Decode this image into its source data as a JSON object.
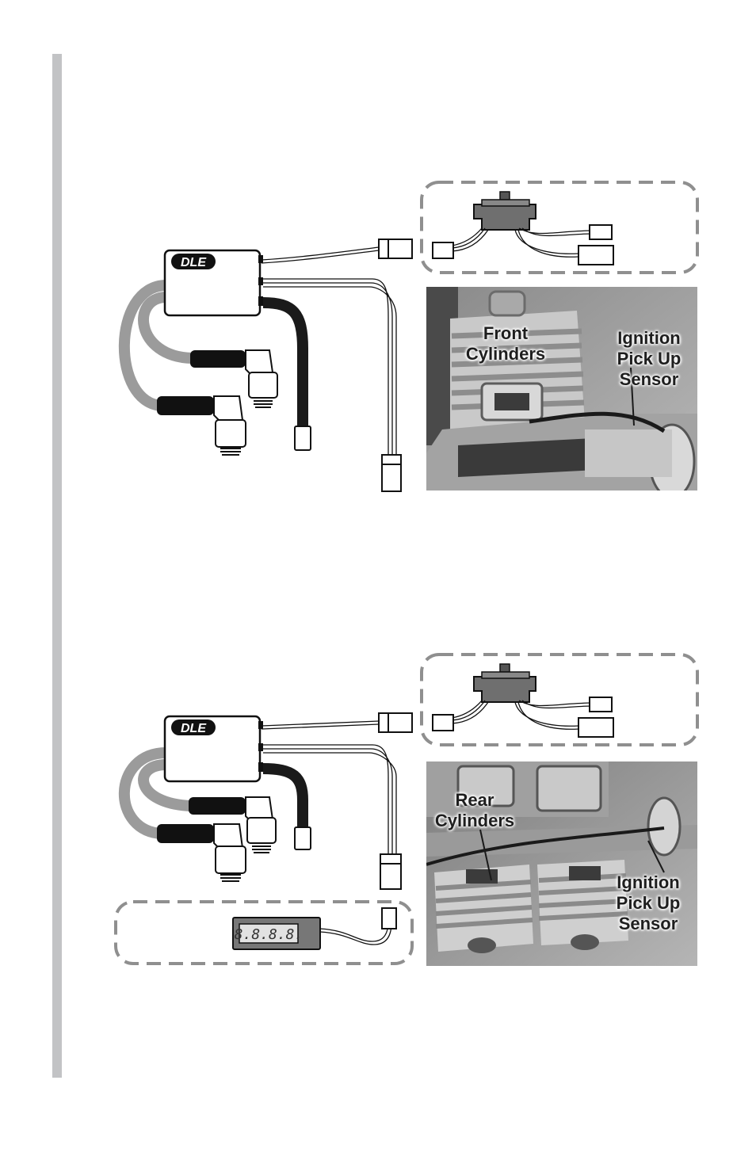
{
  "figure_top": {
    "logo": "DLE",
    "photo_labels": {
      "cylinders": [
        "Front",
        "Cylinders"
      ],
      "sensor": [
        "Ignition",
        "Pick Up",
        "Sensor"
      ]
    }
  },
  "figure_bottom": {
    "logo": "DLE",
    "display_readout": "8.8.8.8.",
    "photo_labels": {
      "cylinders": [
        "Rear",
        "Cylinders"
      ],
      "sensor": [
        "Ignition",
        "Pick Up",
        "Sensor"
      ]
    }
  },
  "colors": {
    "sidebar": "#c2c3c5",
    "dashed_border": "#8f8f8f",
    "lead_gray": "#9b9b9b",
    "lead_black": "#1a1a1a"
  }
}
